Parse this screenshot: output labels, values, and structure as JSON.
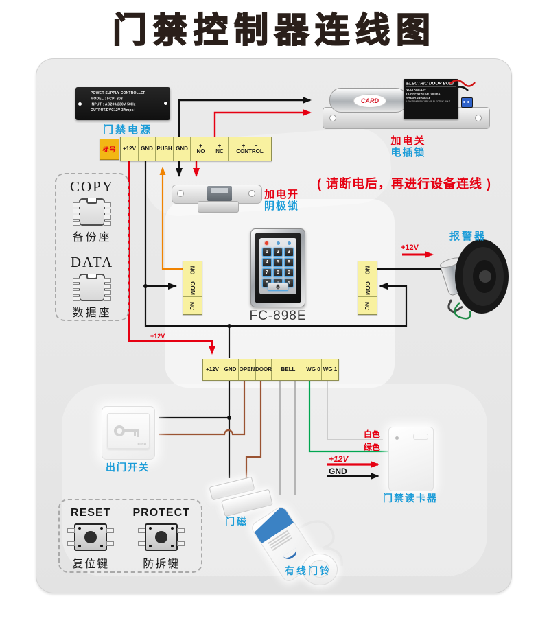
{
  "title": "门禁控制器连线图",
  "colors": {
    "label_blue": "#1b9cd8",
    "label_red": "#e60012",
    "wire_black": "#111111",
    "wire_red": "#e60012",
    "wire_orange": "#f08300",
    "wire_brown": "#9a5332",
    "wire_green": "#00a650",
    "wire_gray": "#bdbdbd",
    "terminal_yellow": "#f8f1a0",
    "tag_orange": "#f2b715"
  },
  "psu": {
    "line1": "POWER SUPPLY CONTROLLER",
    "line2": "MODEL  : FCP -803",
    "line3": "INPUT    : AC200/230V   50Hz",
    "line4": "OUTPUT.DVC12V  3Amps+",
    "caption": "门禁电源"
  },
  "top_terminal": {
    "tag": "标号",
    "cells": [
      {
        "label": "+12V"
      },
      {
        "label": "GND"
      },
      {
        "label": "PUSH"
      },
      {
        "label": "GND"
      },
      {
        "sup": "+",
        "label": "NO"
      },
      {
        "sup": "+",
        "label": "NC"
      },
      {
        "sup": "+      −",
        "label": "CONTROL"
      }
    ]
  },
  "bolt": {
    "name": "ELECTRIC DOOR BOLT",
    "logo": "CARD",
    "spec1": "VOLTAGE:12V",
    "spec2": "CURRENT:START900mA",
    "spec3": "STANDARD90mA",
    "spec4": "LOW TEMPERATURE OF ELECTRIC BOLT",
    "caption_red": "加电关",
    "caption_blue": "电插锁"
  },
  "strike": {
    "caption_red": "加电开",
    "caption_blue": "阴极锁"
  },
  "warning": "( 请断电后，再进行设备连线 )",
  "programmer": {
    "copy": "COPY",
    "copy_caption": "备份座",
    "data": "DATA",
    "data_caption": "数据座"
  },
  "keypad": {
    "model": "FC-898E",
    "keys": [
      "1",
      "2",
      "3",
      "4",
      "5",
      "6",
      "7",
      "8",
      "9",
      "*",
      "0",
      "#"
    ]
  },
  "relay_left": {
    "cells": [
      "NO",
      "COM",
      "NC"
    ]
  },
  "relay_right": {
    "cells": [
      "NO",
      "COM",
      "NC"
    ]
  },
  "siren": {
    "caption": "报警器",
    "v12": "+12V"
  },
  "bottom_terminal": {
    "cells": [
      "+12V",
      "GND",
      "OPEN",
      "DOOR",
      "BELL",
      "WG 0",
      "WG 1"
    ],
    "v12": "+12V"
  },
  "exit_button": {
    "push": "PUSH",
    "caption": "出门开关"
  },
  "switches": {
    "reset": "RESET",
    "reset_caption": "复位键",
    "protect": "PROTECT",
    "protect_caption": "防拆键"
  },
  "door_magnet": {
    "caption": "门磁"
  },
  "doorbell": {
    "caption": "有线门铃"
  },
  "reader": {
    "white": "白色",
    "green": "绿色",
    "v12": "+12V",
    "gnd": "GND",
    "caption": "门禁读卡器"
  }
}
